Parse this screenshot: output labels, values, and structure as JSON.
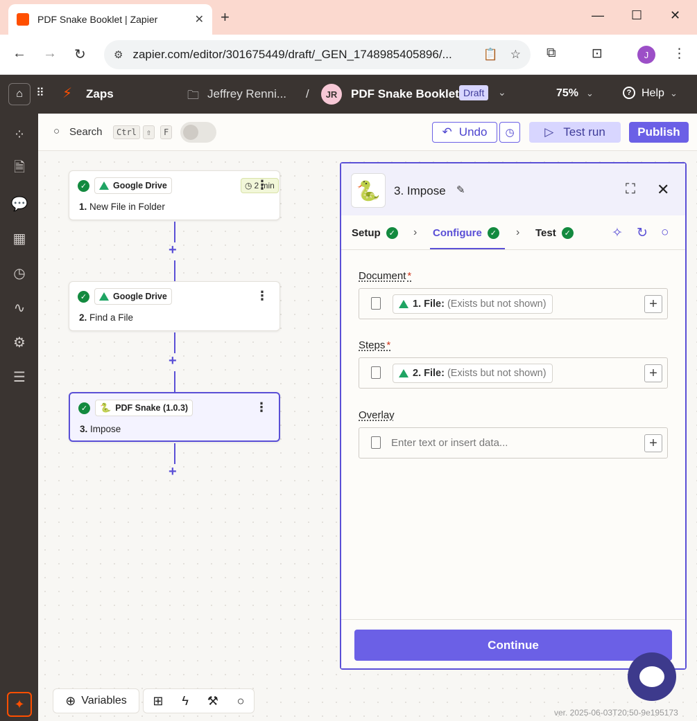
{
  "browser": {
    "tab_title": "PDF Snake Booklet | Zapier",
    "url": "zapier.com/editor/301675449/draft/_GEN_1748985405896/...",
    "profile_initial": "J"
  },
  "topbar": {
    "zaps_label": "Zaps",
    "folder_name": "Jeffrey Renni...",
    "separator": "/",
    "owner_initials": "JR",
    "zap_name": "PDF Snake Booklet",
    "status_badge": "Draft",
    "zoom": "75%",
    "help_label": "Help"
  },
  "toolbar": {
    "search_label": "Search",
    "shortcut_keys": [
      "Ctrl",
      "⇧",
      "F"
    ],
    "undo_label": "Undo",
    "test_run_label": "Test run",
    "publish_label": "Publish"
  },
  "steps": [
    {
      "app": "Google Drive",
      "title_num": "1.",
      "title": "New File in Folder",
      "time": "2 min"
    },
    {
      "app": "Google Drive",
      "title_num": "2.",
      "title": "Find a File"
    },
    {
      "app": "PDF Snake (1.0.3)",
      "title_num": "3.",
      "title": "Impose"
    }
  ],
  "panel": {
    "title": "3. Impose",
    "tabs": [
      "Setup",
      "Configure",
      "Test"
    ],
    "fields": [
      {
        "label": "Document",
        "required": "*",
        "token_name": "1. File:",
        "token_hint": "(Exists but not shown)"
      },
      {
        "label": "Steps",
        "required": "*",
        "token_name": "2. File:",
        "token_hint": "(Exists but not shown)"
      },
      {
        "label": "Overlay",
        "placeholder": "Enter text or insert data..."
      }
    ],
    "continue_label": "Continue"
  },
  "bottom": {
    "variables_label": "Variables",
    "version": "ver. 2025-06-03T20:50-9e195173"
  },
  "colors": {
    "accent": "#6b60e6",
    "zapier_orange": "#ff4f00",
    "dark_bar": "#3a3431",
    "success": "#138a3f"
  }
}
